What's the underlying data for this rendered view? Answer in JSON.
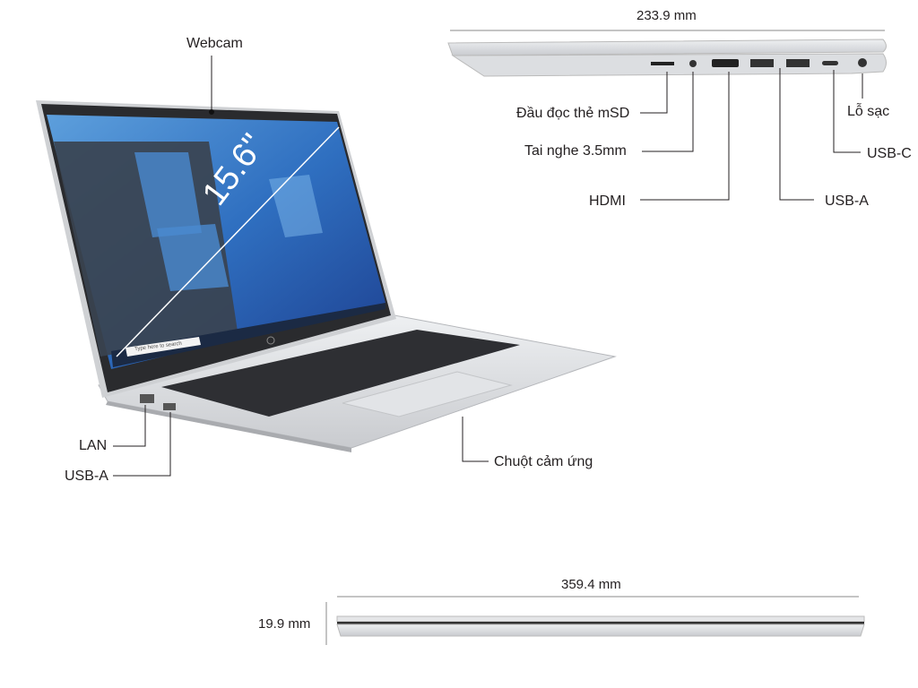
{
  "labels": {
    "webcam": "Webcam",
    "screen_size": "15.6\"",
    "sd_reader": "Đầu đọc thẻ mSD",
    "headphone": "Tai nghe 3.5mm",
    "hdmi": "HDMI",
    "usb_a_right": "USB-A",
    "usb_c": "USB-C",
    "charger": "Lỗ sạc",
    "lan": "LAN",
    "usb_a_left": "USB-A",
    "touchpad": "Chuột cảm ứng"
  },
  "dimensions": {
    "depth": "233.9 mm",
    "width": "359.4 mm",
    "thickness": "19.9 mm"
  },
  "screen": {
    "search_placeholder": "Type here to search"
  },
  "colors": {
    "silver": "#d9dadc",
    "bezel": "#2a2b2e",
    "wallpaper": "#2f6fc0",
    "keyboard": "#2e2f33"
  }
}
